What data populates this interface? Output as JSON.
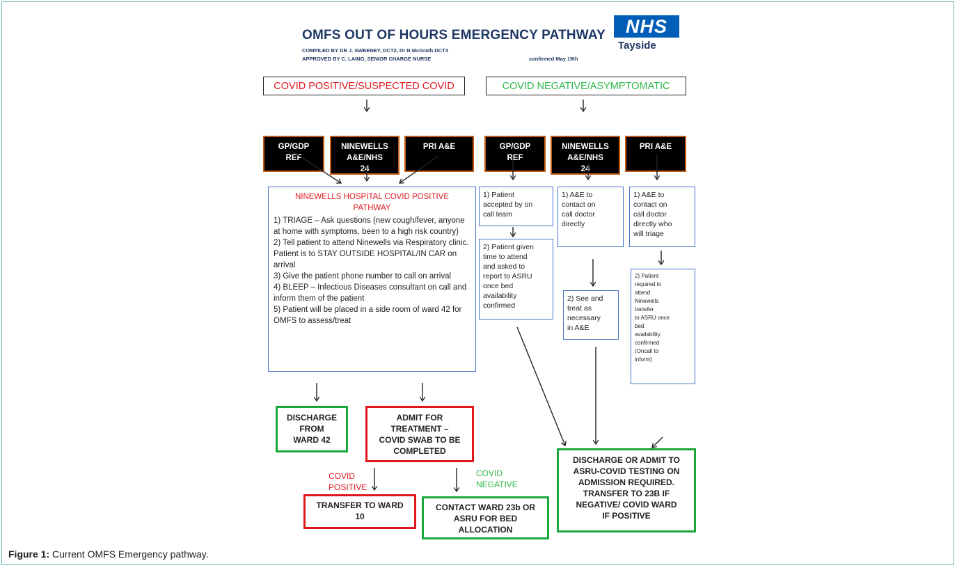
{
  "title": "OMFS OUT OF HOURS EMERGENCY PATHWAY",
  "compiled_by": "COMPILED BY DR J. SWEENEY,  DCT2,  Dr N McGrath  DCT3",
  "approved_by": "APPROVED  BY  C. LAING, SENIOR CHARGE  NURSE",
  "confirmed": "confirmed May 19th",
  "logo": {
    "text": "NHS",
    "region": "Tayside"
  },
  "covid_positive": {
    "header": "COVID POSITIVE/SUSPECTED COVID",
    "sources": [
      "GP/GDP\nREF",
      "NINEWELLS\nA&E/NHS\n24",
      "PRI A&E"
    ],
    "pathway_title": "NINEWELLS  HOSPITAL  COVID POSITIVE\nPATHWAY",
    "pathway_steps": "1) TRIAGE  – Ask questions (new cough/fever,  anyone at home with symptoms, been to a high risk country)\n2) Tell patient to attend Ninewells via Respiratory clinic. Patient is to STAY OUTSIDE HOSPITAL/IN CAR on arrival\n3) Give the patient phone number to call on arrival\n4) BLEEP – Infectious Diseases consultant on call and inform them of the patient\n5) Patient will be placed in a side room of ward 42 for OMFS to assess/treat",
    "discharge": "DISCHARGE\nFROM\nWARD 42",
    "admit": "ADMIT FOR\nTREATMENT –\nCOVID SWAB TO BE\nCOMPLETED",
    "label_positive": "COVID\nPOSITIVE",
    "label_negative": "COVID\nNEGATIVE",
    "transfer": "TRANSFER  TO  WARD\n10",
    "contact": "CONTACT WARD 23b OR\nASRU FOR BED\nALLOCATION"
  },
  "covid_negative": {
    "header": "COVID NEGATIVE/ASYMPTOMATIC",
    "sources": [
      "GP/GDP\nREF",
      "NINEWELLS\nA&E/NHS\n24",
      "PRI A&E"
    ],
    "gp_step1": "1) Patient\naccepted by on\ncall team",
    "gp_step2": "2) Patient given\ntime to attend\nand asked to\nreport to ASRU\nonce bed\navailability\nconfirmed",
    "ninewells_step1": "1) A&E to\ncontact on\ncall doctor\ndirectly",
    "ninewells_step2": "2) See and\ntreat as\nnecessary\nin A&E",
    "pri_step1": "1) A&E to\ncontact on\ncall doctor\ndirectly who\nwill triage",
    "pri_step2": "2) Patient\nrequired to\nattend\nNinewells\ntransfer\nto ASRU once\nbed\navailability\nconfirmed\n (Oncall to\ninform)",
    "outcome": "DISCHARGE OR ADMIT TO\nASRU-COVID TESTING ON\nADMISSION REQUIRED.\nTRANSFER  TO 23B IF\nNEGATIVE/  COVID WARD\nIF POSITIVE"
  },
  "caption": {
    "label": "Figure 1:",
    "text": " Current OMFS Emergency pathway."
  },
  "colors": {
    "positive": "#e0181e",
    "negative": "#2eb84a",
    "box_blue": "#4472c4",
    "source_border": "#c55a11"
  }
}
